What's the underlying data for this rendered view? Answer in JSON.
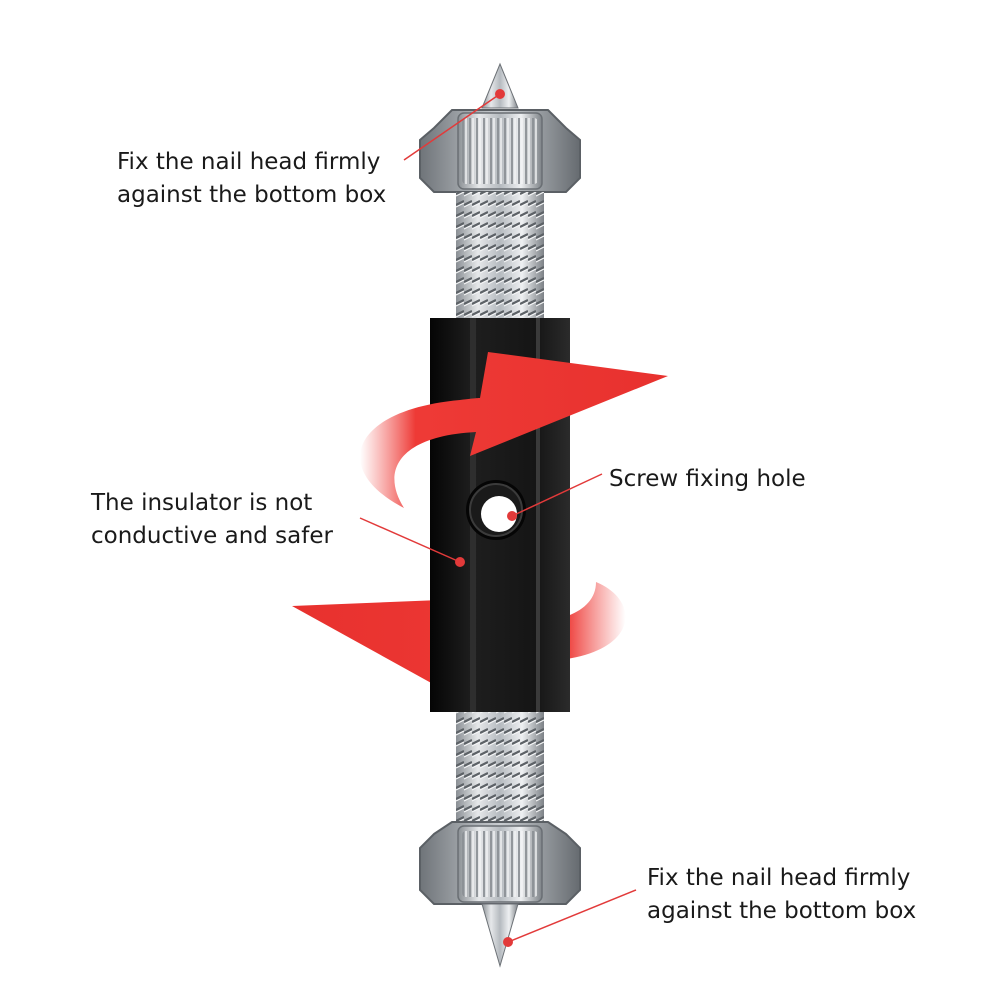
{
  "callouts": {
    "top_nail": {
      "line1": "Fix the nail head firmly",
      "line2": "against the bottom box"
    },
    "insulator": {
      "line1": "The insulator is not",
      "line2": "conductive and safer"
    },
    "screw_hole": {
      "line1": "Screw fixing hole"
    },
    "bottom_nail": {
      "line1": "Fix the nail head firmly",
      "line2": "against the bottom box"
    }
  },
  "colors": {
    "background": "#ffffff",
    "text": "#1a1a1a",
    "leader_line": "#e23a3a",
    "arrow": "#ee3a36",
    "insulator": "#121212",
    "steel": "#c4c8cc"
  },
  "icons": {
    "rotation_arrows": "rotation-arrows-icon",
    "fixing_hole": "fixing-hole-icon"
  }
}
